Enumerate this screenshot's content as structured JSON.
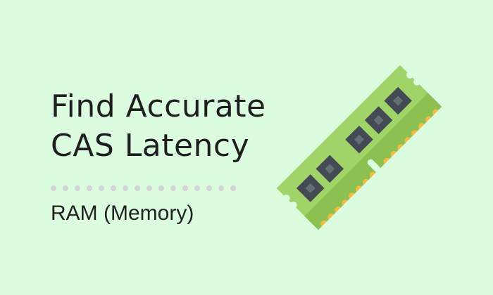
{
  "title": {
    "line1": "Find Accurate",
    "line2": "CAS Latency"
  },
  "subtitle": "RAM (Memory)",
  "divider": {
    "dot_count": 16,
    "dot_color": "#d4d4d4"
  },
  "illustration": {
    "icon": "ram-stick-icon",
    "colors": {
      "board": "#a0d468",
      "board_dark": "#8cc152",
      "chip": "#434a54",
      "chip_center": "#656d78",
      "contacts": "#f6bb42"
    },
    "chip_count": 5
  },
  "colors": {
    "background": "#dcfcdf",
    "text": "#1e1e1e"
  }
}
